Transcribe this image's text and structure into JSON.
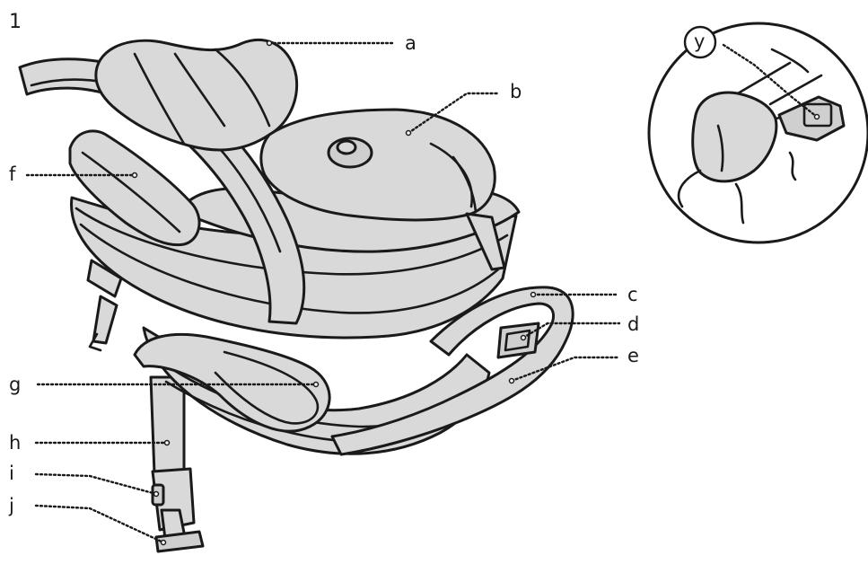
{
  "figure": {
    "number": "1"
  },
  "callouts": {
    "a": "a",
    "b": "b",
    "c": "c",
    "d": "d",
    "e": "e",
    "f": "f",
    "g": "g",
    "h": "h",
    "i": "i",
    "j": "j",
    "y": "y"
  },
  "colors": {
    "fill": "#d9d9d9",
    "stroke": "#1a1a1a",
    "background": "#ffffff"
  }
}
